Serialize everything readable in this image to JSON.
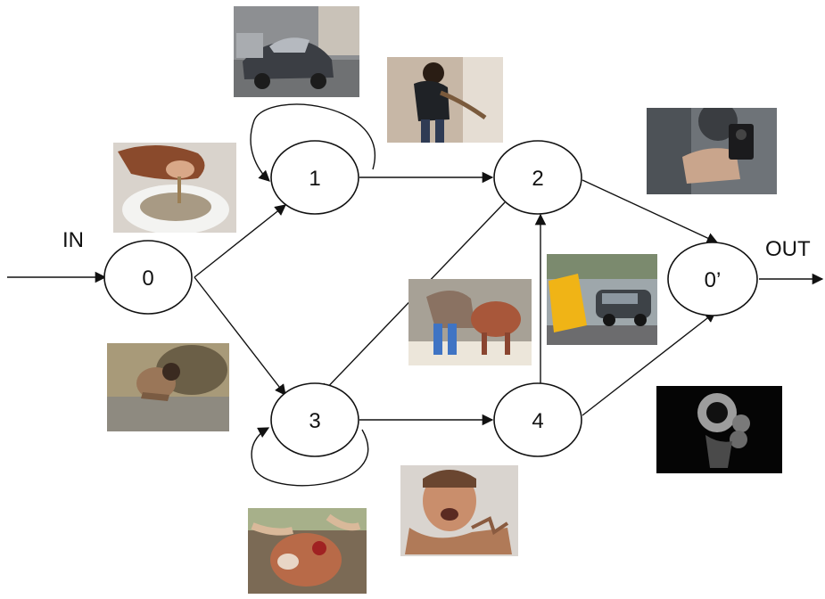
{
  "labels": {
    "in": "IN",
    "out": "OUT"
  },
  "nodes": [
    {
      "id": "n0",
      "label": "0"
    },
    {
      "id": "n1",
      "label": "1"
    },
    {
      "id": "n2",
      "label": "2"
    },
    {
      "id": "n3",
      "label": "3"
    },
    {
      "id": "n4",
      "label": "4"
    },
    {
      "id": "n0p",
      "label": "0’"
    }
  ],
  "edges": [
    {
      "from": "in",
      "to": "n0"
    },
    {
      "from": "n0",
      "to": "n1"
    },
    {
      "from": "n0",
      "to": "n3"
    },
    {
      "from": "n1",
      "to": "n1"
    },
    {
      "from": "n1",
      "to": "n2"
    },
    {
      "from": "n2",
      "to": "n3"
    },
    {
      "from": "n2",
      "to": "n0p"
    },
    {
      "from": "n3",
      "to": "n3"
    },
    {
      "from": "n3",
      "to": "n4"
    },
    {
      "from": "n4",
      "to": "n2"
    },
    {
      "from": "n4",
      "to": "n0p"
    },
    {
      "from": "n0p",
      "to": "out"
    }
  ],
  "colors": {
    "stroke": "#111111",
    "background": "#ffffff"
  },
  "photos": [
    {
      "name": "photo-wrecked-car"
    },
    {
      "name": "photo-person-leaning-on-wall"
    },
    {
      "name": "photo-person-vomiting-in-toilet"
    },
    {
      "name": "photo-handgun-pointed"
    },
    {
      "name": "photo-crouching-child"
    },
    {
      "name": "photo-person-with-calf"
    },
    {
      "name": "photo-overturned-school-bus"
    },
    {
      "name": "photo-revolver-barrel"
    },
    {
      "name": "photo-crying-child"
    },
    {
      "name": "photo-injured-calf"
    }
  ]
}
